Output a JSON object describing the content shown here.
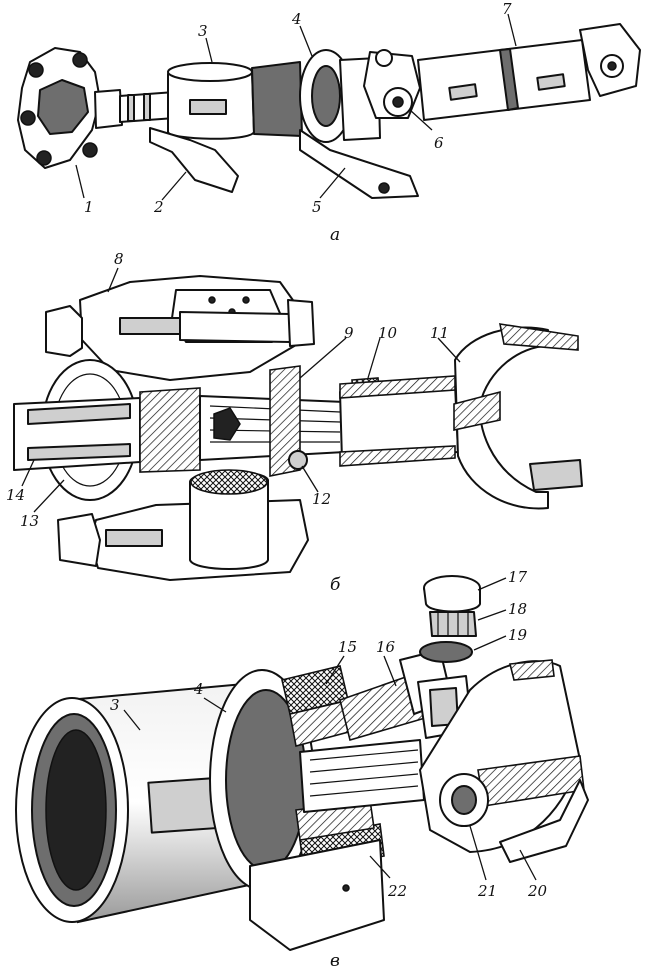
{
  "figure": {
    "panels": [
      {
        "id": "a",
        "label": "а",
        "callouts": [
          {
            "n": "1"
          },
          {
            "n": "2"
          },
          {
            "n": "3"
          },
          {
            "n": "4"
          },
          {
            "n": "5"
          },
          {
            "n": "6"
          },
          {
            "n": "7"
          }
        ]
      },
      {
        "id": "b",
        "label": "б",
        "callouts": [
          {
            "n": "8"
          },
          {
            "n": "9"
          },
          {
            "n": "10"
          },
          {
            "n": "11"
          },
          {
            "n": "12"
          },
          {
            "n": "13"
          },
          {
            "n": "14"
          }
        ]
      },
      {
        "id": "c",
        "label": "в",
        "callouts": [
          {
            "n": "3"
          },
          {
            "n": "4"
          },
          {
            "n": "15"
          },
          {
            "n": "16"
          },
          {
            "n": "17"
          },
          {
            "n": "18"
          },
          {
            "n": "19"
          },
          {
            "n": "20"
          },
          {
            "n": "21"
          },
          {
            "n": "22"
          }
        ]
      }
    ]
  }
}
